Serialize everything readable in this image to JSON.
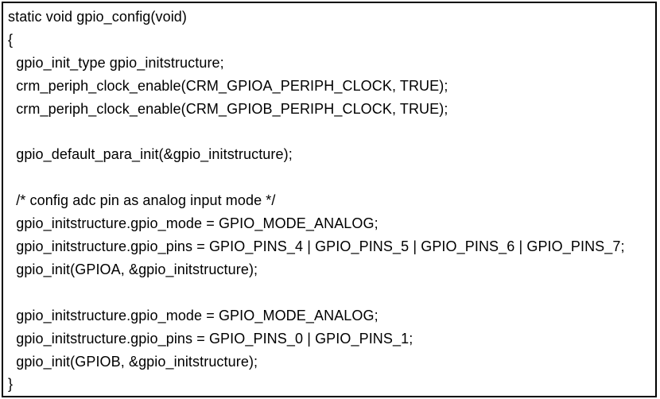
{
  "colors": {
    "background": "#ffffff",
    "border": "#000000",
    "text": "#000000"
  },
  "code_block": {
    "lines": [
      "static void gpio_config(void)",
      "{",
      "  gpio_init_type gpio_initstructure;",
      "  crm_periph_clock_enable(CRM_GPIOA_PERIPH_CLOCK, TRUE);",
      "  crm_periph_clock_enable(CRM_GPIOB_PERIPH_CLOCK, TRUE);",
      "",
      "  gpio_default_para_init(&gpio_initstructure);",
      "",
      "  /* config adc pin as analog input mode */",
      "  gpio_initstructure.gpio_mode = GPIO_MODE_ANALOG;",
      "  gpio_initstructure.gpio_pins = GPIO_PINS_4 | GPIO_PINS_5 | GPIO_PINS_6 | GPIO_PINS_7;",
      "  gpio_init(GPIOA, &gpio_initstructure);",
      "",
      "  gpio_initstructure.gpio_mode = GPIO_MODE_ANALOG;",
      "  gpio_initstructure.gpio_pins = GPIO_PINS_0 | GPIO_PINS_1;",
      "  gpio_init(GPIOB, &gpio_initstructure);",
      "}"
    ]
  }
}
